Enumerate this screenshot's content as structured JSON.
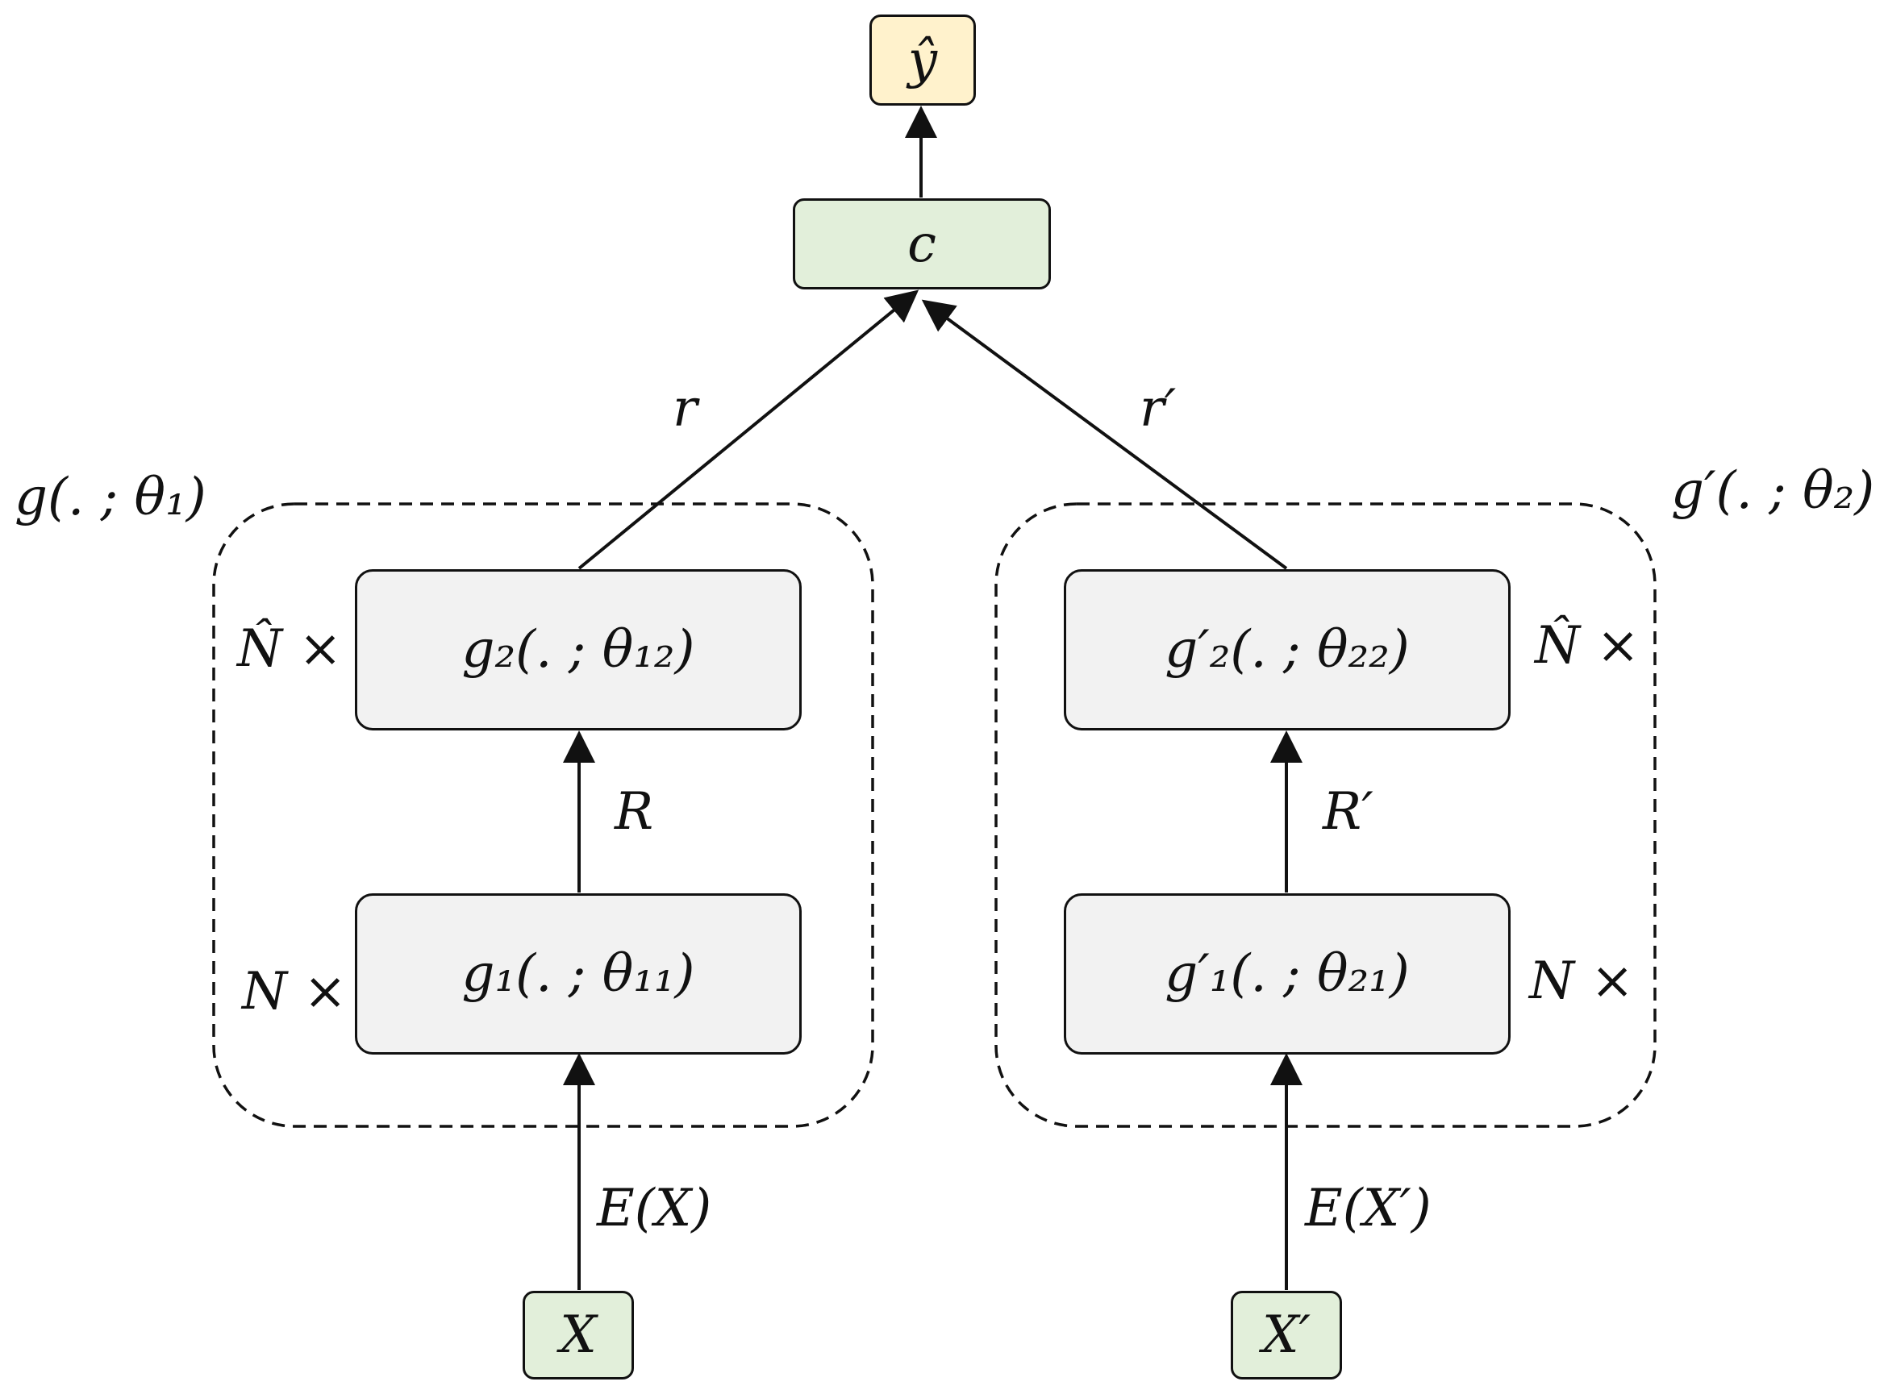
{
  "nodes": {
    "output": "ŷ",
    "combiner": "c",
    "left_input": "X",
    "right_input": "X′",
    "left_g1": "g₁(. ; θ₁₁)",
    "left_g2": "g₂(. ; θ₁₂)",
    "right_g1": "g′₁(. ; θ₂₁)",
    "right_g2": "g′₂(. ; θ₂₂)"
  },
  "groups": {
    "left": "g(. ; θ₁)",
    "right": "g′(. ; θ₂)"
  },
  "edges": {
    "left_embed": "E(X)",
    "right_embed": "E(X′)",
    "left_R": "R",
    "right_R": "R′",
    "left_r": "r",
    "right_r": "r′"
  },
  "multipliers": {
    "left_n": "N ×",
    "left_nhat": "N̂ ×",
    "right_n": "N ×",
    "right_nhat": "N̂ ×"
  }
}
